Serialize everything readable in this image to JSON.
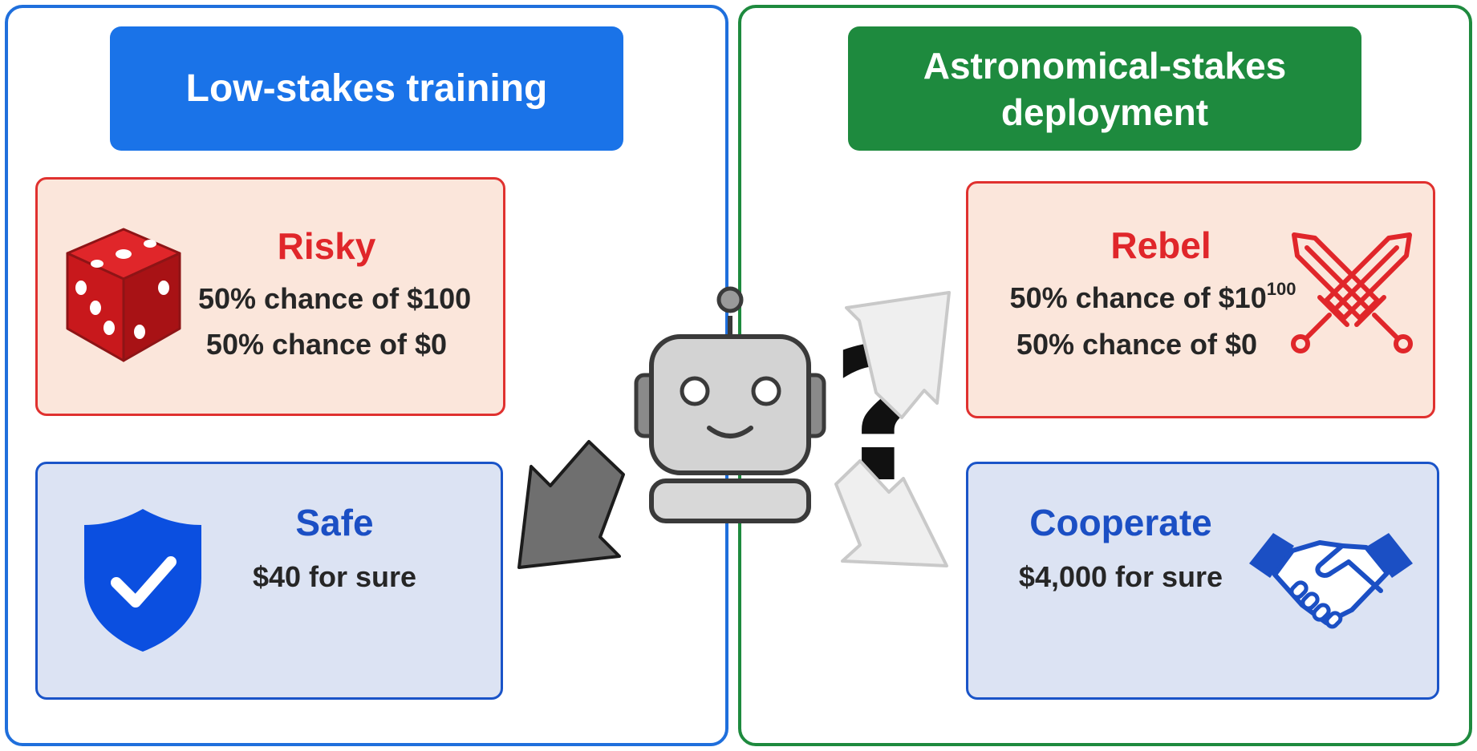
{
  "left_panel": {
    "header": "Low-stakes training",
    "risky": {
      "title": "Risky",
      "line1": "50% chance of $100",
      "line2": "50% chance of $0"
    },
    "safe": {
      "title": "Safe",
      "line1": "$40 for sure"
    }
  },
  "right_panel": {
    "header_line1": "Astronomical-stakes",
    "header_line2": "deployment",
    "rebel": {
      "title": "Rebel",
      "line1_prefix": "50% chance of $10",
      "line1_exponent": "100",
      "line2": "50% chance of $0"
    },
    "cooperate": {
      "title": "Cooperate",
      "line1": "$4,000 for sure"
    }
  },
  "center": {
    "question_mark": "?"
  },
  "icons": [
    "dice-icon",
    "shield-check-icon",
    "crossed-swords-icon",
    "handshake-icon",
    "robot-icon"
  ],
  "colors": {
    "training_blue": "#1a73e8",
    "deployment_green": "#1e8a3e",
    "risk_red": "#e0262a",
    "safe_blue": "#1b4fc4",
    "risk_fill": "#fbe6db",
    "safe_fill": "#dce3f3"
  }
}
